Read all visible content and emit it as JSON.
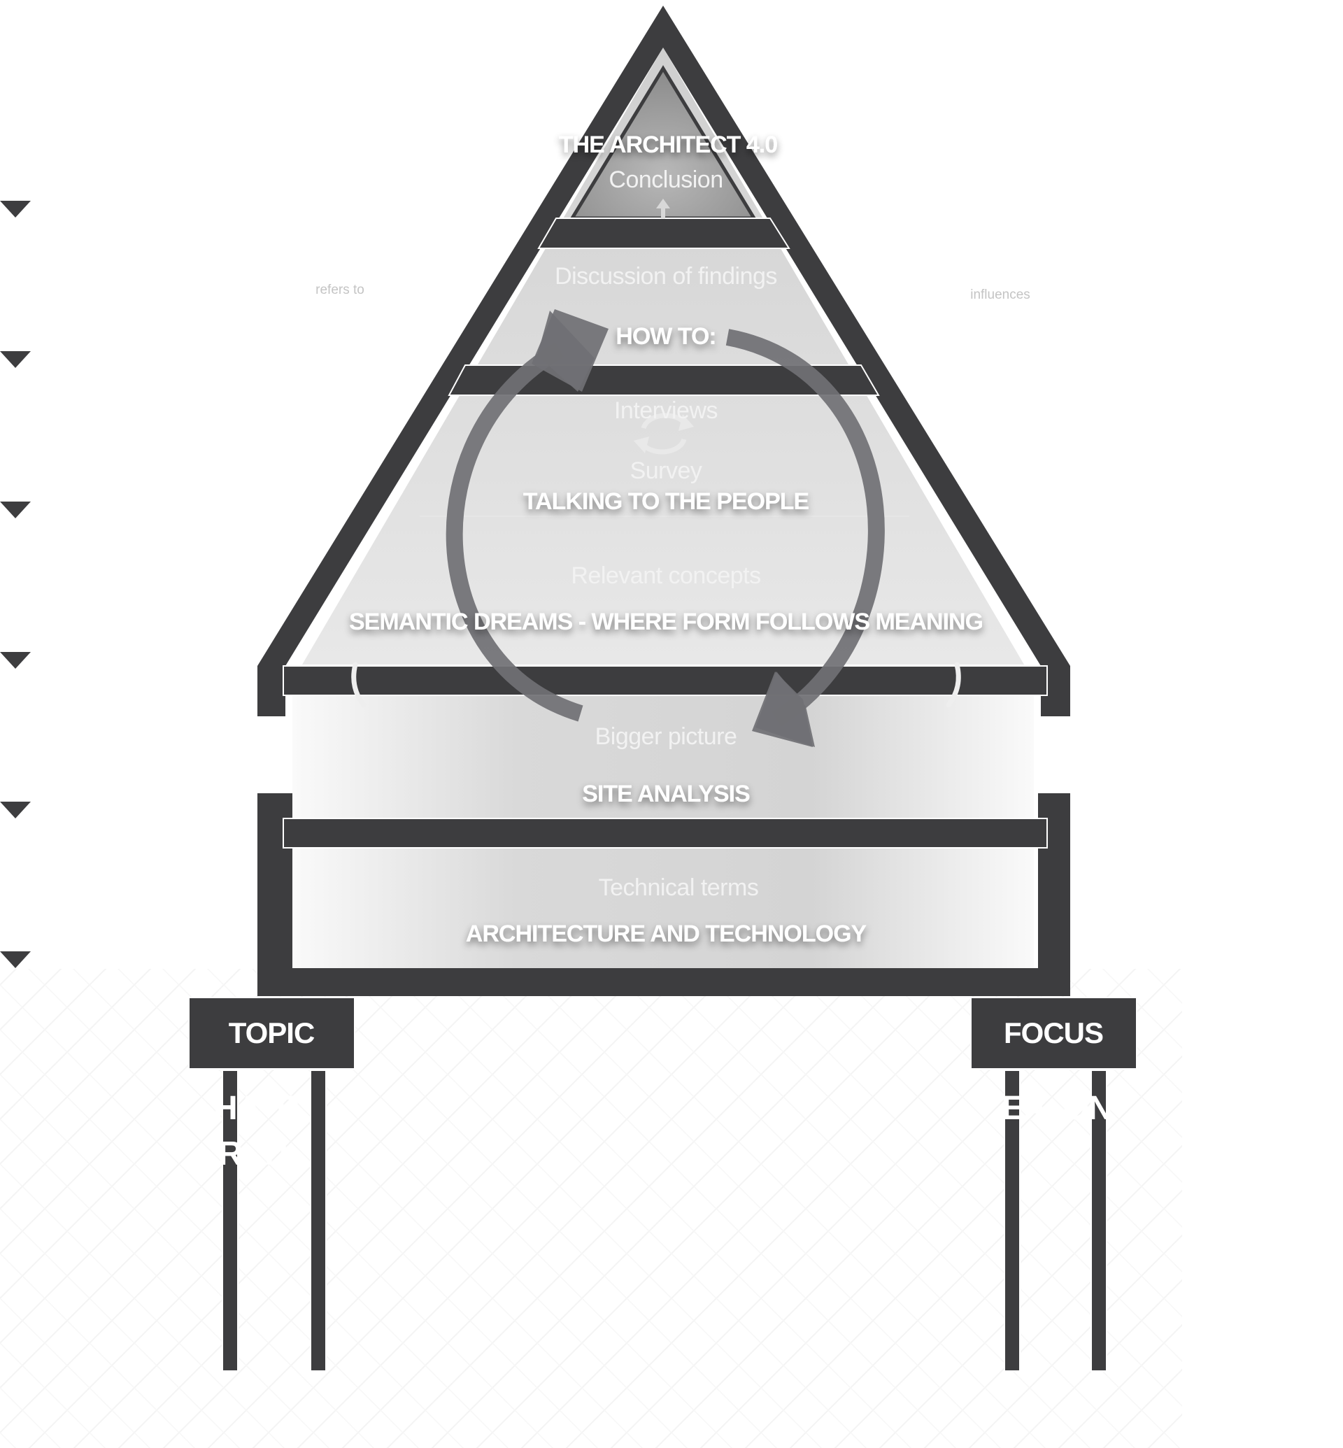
{
  "diagram": {
    "apex_title": "THE ARCHITECT 4.0",
    "apex_subtitle": "Conclusion",
    "howto_subtitle": "Discussion of findings",
    "howto_title": "HOW TO:",
    "people_item_1": "Interviews",
    "people_item_2": "Survey",
    "people_title": "TALKING TO THE PEOPLE",
    "semantic_subtitle": "Relevant concepts",
    "semantic_title": "SEMANTIC DREAMS - WHERE FORM FOLLOWS MEANING",
    "site_subtitle": "Bigger picture",
    "site_title": "SITE ANALYSIS",
    "arch_subtitle": "Technical terms",
    "arch_title": "ARCHITECTURE AND TECHNOLOGY",
    "left_annotation": "refers to",
    "right_annotation": "influences",
    "topic_label": "TOPIC",
    "focus_label": "FOCUS",
    "topic_cut_text_line1": "HA  IT",
    "topic_cut_text_line2": "R  TI",
    "focus_cut_text": "EA  ON"
  },
  "colors": {
    "structure": "#3d3d3f",
    "cycle_arrow": "#707074",
    "fill_light": "#dedede",
    "text_white": "#ffffff"
  }
}
